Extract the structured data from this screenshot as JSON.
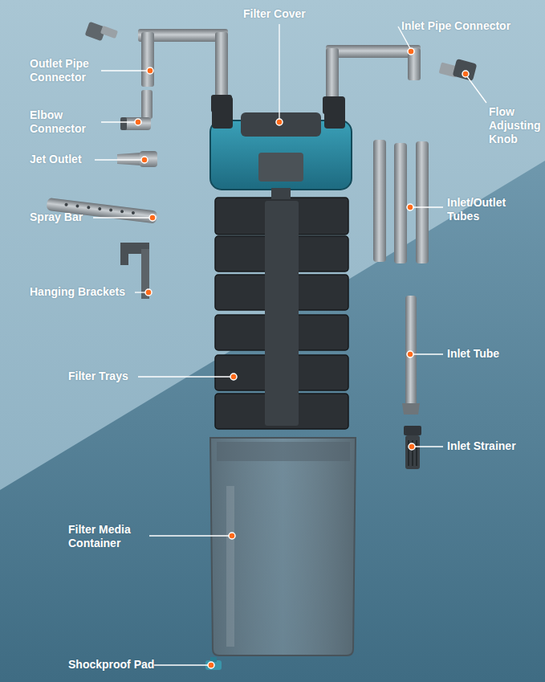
{
  "diagram": {
    "labels": [
      "Filter Cover",
      "Inlet Pipe Connector",
      "Outlet Pipe Connector",
      "Flow Adjusting Knob",
      "Elbow Connector",
      "Jet Outlet",
      "Inlet/Outlet Tubes",
      "Spray Bar",
      "Hanging Brackets",
      "Inlet Tube",
      "Filter Trays",
      "Inlet Strainer",
      "Filter Media Container",
      "Shockproof Pad"
    ]
  }
}
